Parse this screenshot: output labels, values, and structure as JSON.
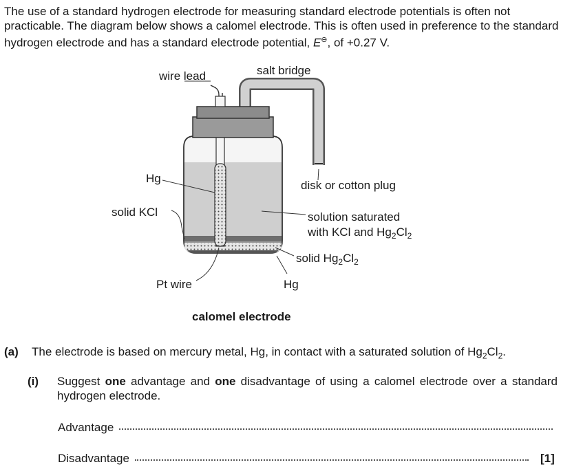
{
  "intro": {
    "part1": "The use of a standard hydrogen electrode for measuring standard electrode potentials is often not practicable. The diagram below shows a calomel electrode. This is often used in preference to the standard hydrogen electrode and has a standard electrode potential, ",
    "symbol_E": "E",
    "symbol_sup": "⊖",
    "part2": ", of +0.27 V."
  },
  "diagram": {
    "labels": {
      "wire_lead": "wire lead",
      "salt_bridge": "salt bridge",
      "hg_top": "Hg",
      "solid_kcl": "solid KCl",
      "disk_plug": "disk or cotton plug",
      "solution_line1": "solution saturated",
      "solution_line2": "with KCl and Hg",
      "solution_sub2": "2",
      "solution_cl": "Cl",
      "solution_sub2b": "2",
      "solid_hg2cl2": "solid Hg",
      "solid_sub2": "2",
      "solid_cl": "Cl",
      "solid_sub2b": "2",
      "pt_wire": "Pt wire",
      "hg_bottom": "Hg"
    },
    "caption": "calomel electrode"
  },
  "question_a": {
    "number": "(a)",
    "text_before": "The electrode is based on mercury metal, Hg, in contact with a saturated solution of Hg",
    "sub1": "2",
    "text_mid": "Cl",
    "sub2": "2",
    "text_end": "."
  },
  "question_i": {
    "number": "(i)",
    "text_a": "Suggest ",
    "kw1": "one",
    "text_b": " advantage and ",
    "kw2": "one",
    "text_c": " disadvantage of using a calomel electrode over a standard hydrogen electrode."
  },
  "answers": {
    "advantage_label": "Advantage",
    "disadvantage_label": "Disadvantage",
    "marks": "[1]"
  }
}
